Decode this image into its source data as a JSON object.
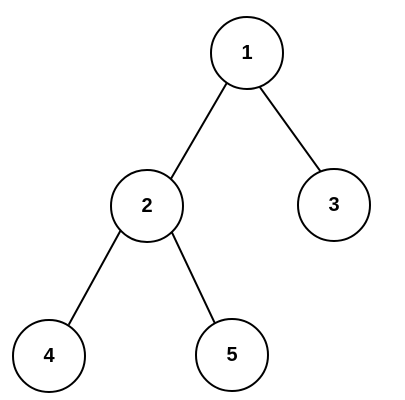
{
  "tree": {
    "nodes": [
      {
        "id": "1",
        "label": "1"
      },
      {
        "id": "2",
        "label": "2"
      },
      {
        "id": "3",
        "label": "3"
      },
      {
        "id": "4",
        "label": "4"
      },
      {
        "id": "5",
        "label": "5"
      }
    ],
    "edges": [
      {
        "from": "1",
        "to": "2"
      },
      {
        "from": "1",
        "to": "3"
      },
      {
        "from": "2",
        "to": "4"
      },
      {
        "from": "2",
        "to": "5"
      }
    ],
    "colors": {
      "stroke": "#000000",
      "fill": "#ffffff",
      "text": "#000000"
    }
  }
}
